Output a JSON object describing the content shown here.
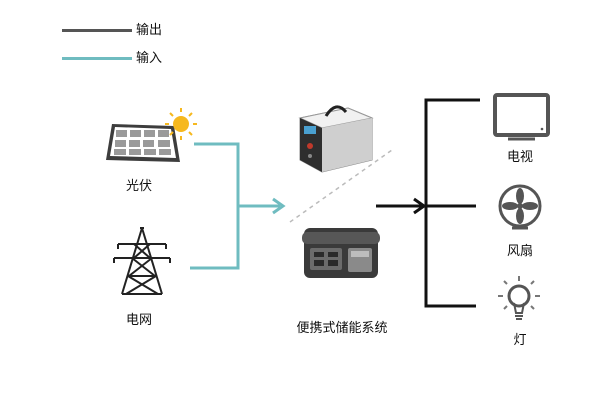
{
  "legend": {
    "output_label": "输出",
    "input_label": "输入",
    "output_color": "#555555",
    "input_color": "#6fbcc0"
  },
  "sources": {
    "solar_label": "光伏",
    "grid_label": "电网"
  },
  "system": {
    "label": "便携式储能系统"
  },
  "loads": {
    "tv_label": "电视",
    "fan_label": "风扇",
    "lamp_label": "灯"
  },
  "icons": {
    "solar": "solar-panel-icon",
    "sun": "sun-icon",
    "tower": "power-tower-icon",
    "inverter": "inverter-unit-icon",
    "power_station": "portable-power-station-icon",
    "tv": "tv-icon",
    "fan": "fan-icon",
    "bulb": "light-bulb-icon"
  }
}
